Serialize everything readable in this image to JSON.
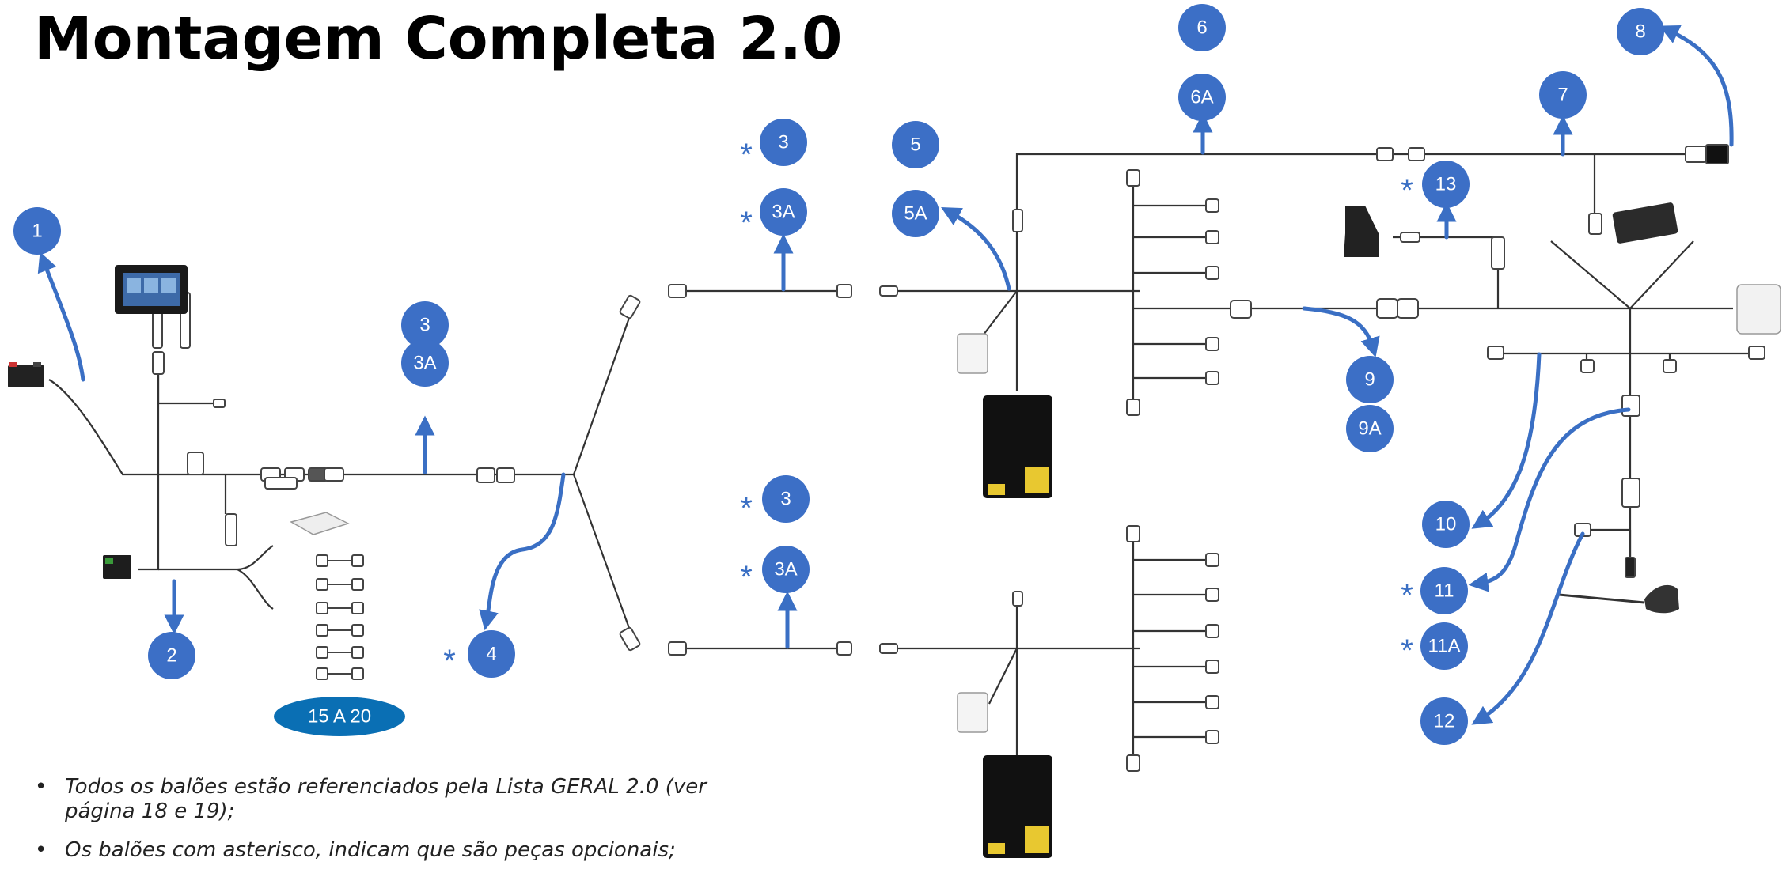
{
  "title": "Montagem Completa 2.0",
  "colors": {
    "bubble": "#3c6fc6",
    "arrow": "#3a6fc4",
    "wire": "#333333",
    "range_bubble": "#0a6fb4"
  },
  "bubbles": {
    "b1": "1",
    "b2": "2",
    "b3_mid": "3",
    "b3a_mid": "3A",
    "b4": "4",
    "b3_top": "3",
    "b3a_top": "3A",
    "b3_bot": "3",
    "b3a_bot": "3A",
    "b5": "5",
    "b5a": "5A",
    "b6": "6",
    "b6a": "6A",
    "b7": "7",
    "b8": "8",
    "b9": "9",
    "b9a": "9A",
    "b10": "10",
    "b11": "11",
    "b11a": "11A",
    "b12": "12",
    "b13": "13"
  },
  "optional_marker": "*",
  "range_label": "15 A 20",
  "notes": [
    "Todos os balões estão referenciados pela Lista GERAL 2.0 (ver página 18 e 19);",
    "Os balões com asterisco, indicam que são peças opcionais;"
  ]
}
